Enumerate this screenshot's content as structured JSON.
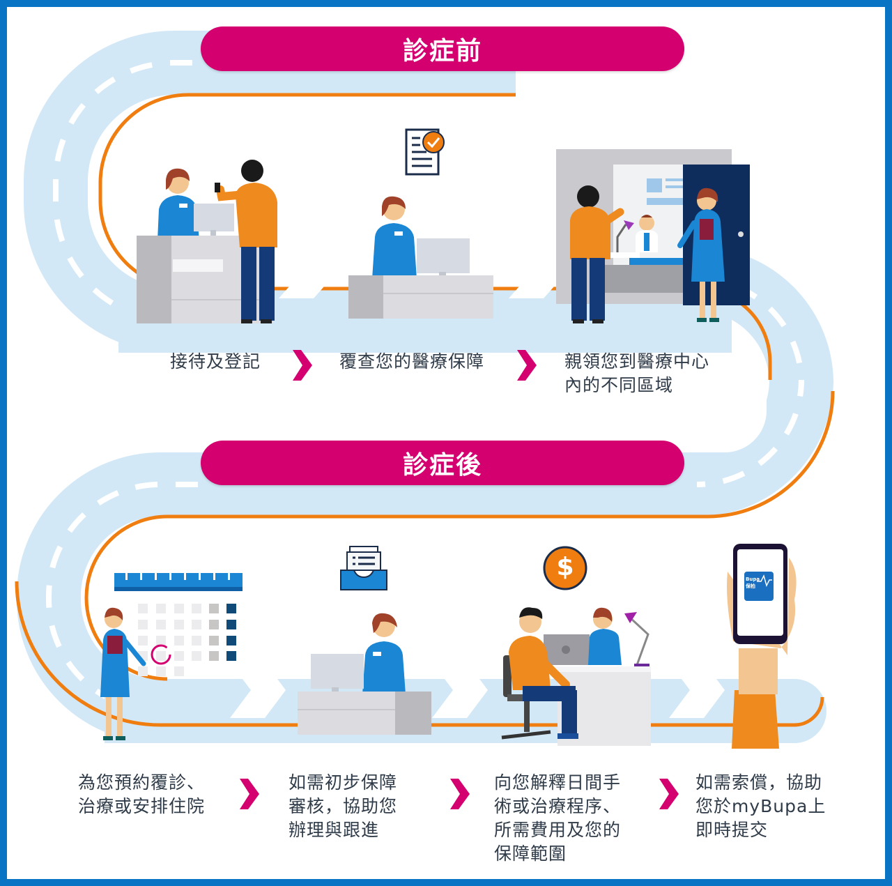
{
  "colors": {
    "frame": "#0a74c4",
    "pill": "#d4006f",
    "road": "#d3e8f7",
    "edge": "#f07d0f",
    "chevron": "#d4006f",
    "text": "#2f3b48",
    "uniform": "#1a86d4",
    "navy": "#0f2d5c",
    "orange": "#ef8a1e"
  },
  "sections": {
    "before": {
      "title": "診症前",
      "steps": [
        {
          "icon": "reception-desk-icon",
          "caption": "接待及登記"
        },
        {
          "icon": "document-check-icon",
          "caption": "覆查您的醫療保障"
        },
        {
          "icon": "doctor-room-icon",
          "caption": "親領您到醫療中心\n內的不同區域"
        }
      ]
    },
    "after": {
      "title": "診症後",
      "steps": [
        {
          "icon": "calendar-icon",
          "caption": "為您預約覆診、\n治療或安排住院"
        },
        {
          "icon": "inbox-tray-icon",
          "caption": "如需初步保障\n審核，協助您\n辦理與跟進"
        },
        {
          "icon": "dollar-coin-icon",
          "caption": "向您解釋日間手\n術或治療程序、\n所需費用及您的\n保障範圍"
        },
        {
          "icon": "mobile-app-icon",
          "caption": "如需索償，協助\n您於myBupa上\n即時提交"
        }
      ]
    }
  },
  "app_logo": {
    "text": "Bupa 保柏"
  },
  "coin_symbol": "$"
}
